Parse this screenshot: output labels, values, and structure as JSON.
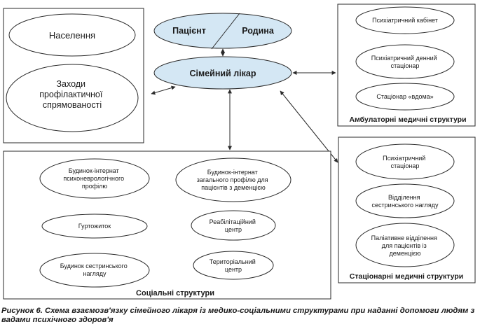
{
  "center": {
    "patient": "Пацієнт",
    "family": "Родина",
    "family_doctor": "Сімейний лікар"
  },
  "left_box": {
    "population": "Населення",
    "prevention": [
      "Заходи",
      "профілактичної",
      "спрямованості"
    ]
  },
  "ambulatory": {
    "title": "Амбулаторні медичні структури",
    "items": [
      [
        "Психіатричний кабінет"
      ],
      [
        "Психіатричний денний",
        "стаціонар"
      ],
      [
        "Стаціонар «вдома»"
      ]
    ]
  },
  "inpatient": {
    "title": "Стаціонарні медичні структури",
    "items": [
      [
        "Психіатричний",
        "стаціонар"
      ],
      [
        "Відділення",
        "сестринського нагляду"
      ],
      [
        "Паліативне відділення",
        "для пацієнтів із",
        "деменцією"
      ]
    ]
  },
  "social": {
    "title": "Соціальні структури",
    "items": [
      [
        "Будинок-інтернат",
        "психоневрологічного",
        "профілю"
      ],
      [
        "Будинок-інтернат",
        "загального профілю для",
        "пацієнтів з деменцією"
      ],
      [
        "Гуртожиток"
      ],
      [
        "Реабілітаційний",
        "центр"
      ],
      [
        "Будинок сестринського",
        "нагляду"
      ],
      [
        "Територіальний",
        "центр"
      ]
    ]
  },
  "caption": "Рисунок 6. Схема взаємозв'язку сімейного лікаря із медико-соціальними структурами при наданні допомоги людям з вадами психічного здоров'я",
  "colors": {
    "center_fill": "#d4e7f4",
    "stroke": "#2a2a2a",
    "background": "#ffffff"
  }
}
